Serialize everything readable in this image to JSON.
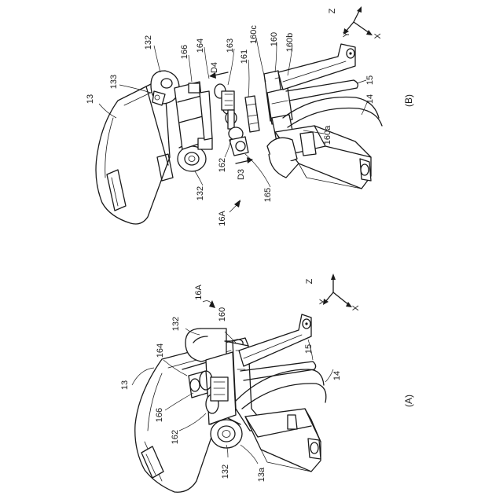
{
  "figures": {
    "A": {
      "caption": "(A)",
      "axes": {
        "z": "Z",
        "y": "Y",
        "x": "X"
      },
      "labels": {
        "l13": "13",
        "l16A": "16A",
        "l132_top": "132",
        "l160": "160",
        "l164": "164",
        "l15": "15",
        "l14": "14",
        "l166": "166",
        "l162": "162",
        "l132_bot": "132",
        "l13a": "13a"
      }
    },
    "B": {
      "caption": "(B)",
      "axes": {
        "z": "Z",
        "y": "Y",
        "x": "X"
      },
      "labels": {
        "l13": "13",
        "l133": "133",
        "l132_top": "132",
        "l166": "166",
        "l164": "164",
        "lD4": "D4",
        "l163": "163",
        "l161": "161",
        "l160c": "160c",
        "l160": "160",
        "l160b": "160b",
        "l15": "15",
        "l14": "14",
        "l160a": "160a",
        "l162": "162",
        "lD3": "D3",
        "l165": "165",
        "l132_bot": "132",
        "l16A": "16A"
      }
    }
  }
}
